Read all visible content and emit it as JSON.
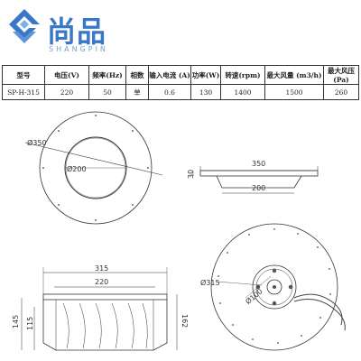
{
  "brand": {
    "name_cn": "尚品",
    "name_en": "SHANGPIN",
    "logo_icon": "diamond-s-logo-icon",
    "color": "#3a78c7"
  },
  "table": {
    "headers": [
      "型号",
      "电压(V)",
      "频率(Hz)",
      "相数",
      "输入电流 (A)",
      "功率(W)",
      "转速(rpm)",
      "最大风量 (m3/h)",
      "最大风压 (Pa)"
    ],
    "rows": [
      [
        "SP-H-315",
        "220",
        "50",
        "单",
        "0.6",
        "130",
        "1400",
        "1500",
        "260"
      ]
    ]
  },
  "dimensions": {
    "ring_outer": "Ø350",
    "ring_inner": "Ø200",
    "side_width": "350",
    "side_height": "30",
    "side_inner": "200",
    "impeller_width": "315",
    "impeller_inner": "220",
    "impeller_h1": "145",
    "impeller_h2": "115",
    "impeller_total": "162",
    "rear_dia": "Ø315",
    "hub_dia": "Ø100"
  }
}
